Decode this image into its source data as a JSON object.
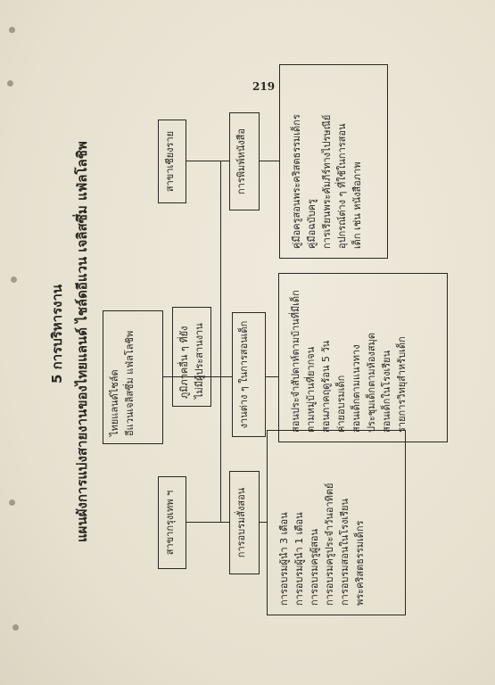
{
  "page_number": "219",
  "title": {
    "line1": "5  การบริหารงาน",
    "line2": "แผนผังการแบ่งสายงานของไทยแลนด์ ไชล์ดอีแวน เจลิสซึ่ม แฟ่ลโลชิพ"
  },
  "top_box": {
    "lines": [
      "ไทยแลนด์ไชล์ด",
      "อีแวนเจลิสซึ่ม แฟ่ลโลชิพ"
    ]
  },
  "committee_box": {
    "lines": [
      "ภูมิภาคอื่น ๆ ที่ยัง",
      "ไม่มีผู้ประสานงาน"
    ]
  },
  "branch_left": {
    "label": "สาขากรุงเทพ ฯ",
    "sub_label": "การอบรมสั่งสอน",
    "detail_lines": [
      "การอบรมผู้นำ 3 เดือน",
      "การอบรมผู้นำ 1 เดือน",
      "การอบรมครูผู้สอน",
      "การอบรมครูประจำวันอาทิตย์",
      "การอบรมสอนในโรงเรียน",
      "พระคริสตธรรมเด็กร"
    ]
  },
  "branch_mid": {
    "label": "งานต่าง ๆ ในการสอนเด็ก",
    "detail_lines": [
      "สอนประจำสัปดาห์ตามบ้านที่มีเด็ก",
      "ตามหมู่บ้านที่ยากจน",
      "สอนภาคฤดูร้อน 5 วัน",
      "ค่ายอบรมเด็ก",
      "สอนเด็กตามแนวทาง",
      "ประชุมเด็กตามห้องสมุด",
      "สอนเด็กในโรงเรียน",
      "รายการวิทยุสำหรับเด็ก"
    ]
  },
  "branch_right": {
    "label": "สาขาเชียงราย",
    "sub_label": "การพิมพ์หนังสือ",
    "detail_lines": [
      "คู่มือครูสอนพระคริสตธรรมเด็กร",
      "คู่มือฉบับครู",
      "การเรียนพระคัมภีร์ทางไปรษณีย์",
      "อุปกรณ์ต่าง ๆ ที่ใช้ในการสอน",
      "เด็ก เช่น  หนังสือภาพ"
    ]
  },
  "faint_bleed_lines": []
}
